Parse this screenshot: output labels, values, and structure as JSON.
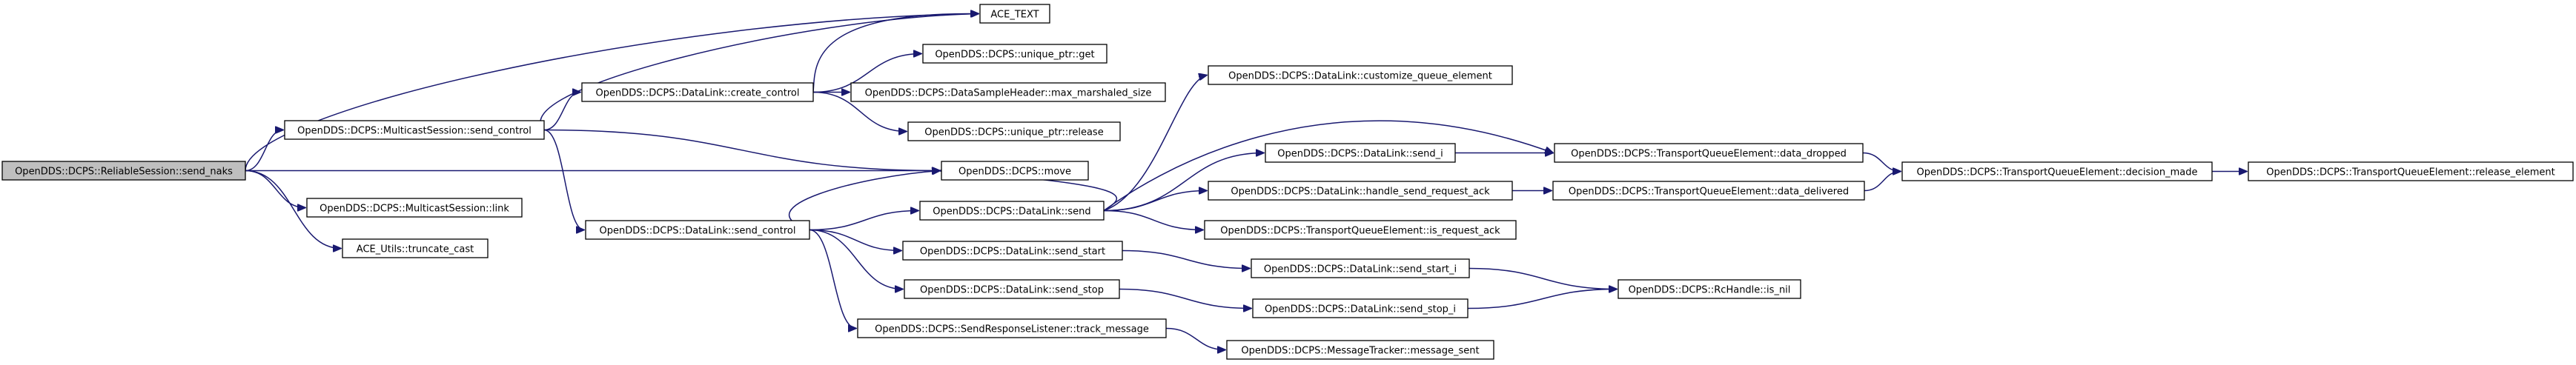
{
  "graph": {
    "type": "call-graph",
    "edge_color": "#191970",
    "root_fill": "#bfbfbf",
    "nodes": [
      {
        "id": "send_naks",
        "label": "OpenDDS::DCPS::ReliableSession::send_naks",
        "root": true
      },
      {
        "id": "ace_text",
        "label": "ACE_TEXT"
      },
      {
        "id": "mc_send_control",
        "label": "OpenDDS::DCPS::MulticastSession::send_control"
      },
      {
        "id": "mc_link",
        "label": "OpenDDS::DCPS::MulticastSession::link"
      },
      {
        "id": "truncate_cast",
        "label": "ACE_Utils::truncate_cast"
      },
      {
        "id": "move",
        "label": "OpenDDS::DCPS::move"
      },
      {
        "id": "create_control",
        "label": "OpenDDS::DCPS::DataLink::create_control"
      },
      {
        "id": "dl_send_control",
        "label": "OpenDDS::DCPS::DataLink::send_control"
      },
      {
        "id": "uptr_get",
        "label": "OpenDDS::DCPS::unique_ptr::get"
      },
      {
        "id": "max_marshaled_size",
        "label": "OpenDDS::DCPS::DataSampleHeader::max_marshaled_size"
      },
      {
        "id": "uptr_release",
        "label": "OpenDDS::DCPS::unique_ptr::release"
      },
      {
        "id": "dl_send",
        "label": "OpenDDS::DCPS::DataLink::send"
      },
      {
        "id": "send_start",
        "label": "OpenDDS::DCPS::DataLink::send_start"
      },
      {
        "id": "send_stop",
        "label": "OpenDDS::DCPS::DataLink::send_stop"
      },
      {
        "id": "track_message",
        "label": "OpenDDS::DCPS::SendResponseListener::track_message"
      },
      {
        "id": "customize_queue_element",
        "label": "OpenDDS::DCPS::DataLink::customize_queue_element"
      },
      {
        "id": "send_i",
        "label": "OpenDDS::DCPS::DataLink::send_i"
      },
      {
        "id": "handle_send_request_ack",
        "label": "OpenDDS::DCPS::DataLink::handle_send_request_ack"
      },
      {
        "id": "is_request_ack",
        "label": "OpenDDS::DCPS::TransportQueueElement::is_request_ack"
      },
      {
        "id": "send_start_i",
        "label": "OpenDDS::DCPS::DataLink::send_start_i"
      },
      {
        "id": "send_stop_i",
        "label": "OpenDDS::DCPS::DataLink::send_stop_i"
      },
      {
        "id": "message_sent",
        "label": "OpenDDS::DCPS::MessageTracker::message_sent"
      },
      {
        "id": "data_dropped",
        "label": "OpenDDS::DCPS::TransportQueueElement::data_dropped"
      },
      {
        "id": "data_delivered",
        "label": "OpenDDS::DCPS::TransportQueueElement::data_delivered"
      },
      {
        "id": "is_nil",
        "label": "OpenDDS::DCPS::RcHandle::is_nil"
      },
      {
        "id": "decision_made",
        "label": "OpenDDS::DCPS::TransportQueueElement::decision_made"
      },
      {
        "id": "release_element",
        "label": "OpenDDS::DCPS::TransportQueueElement::release_element"
      }
    ],
    "edges": [
      [
        "send_naks",
        "ace_text"
      ],
      [
        "send_naks",
        "mc_send_control"
      ],
      [
        "send_naks",
        "move"
      ],
      [
        "send_naks",
        "mc_link"
      ],
      [
        "send_naks",
        "truncate_cast"
      ],
      [
        "mc_send_control",
        "ace_text"
      ],
      [
        "mc_send_control",
        "create_control"
      ],
      [
        "mc_send_control",
        "move"
      ],
      [
        "mc_send_control",
        "dl_send_control"
      ],
      [
        "create_control",
        "ace_text"
      ],
      [
        "create_control",
        "uptr_get"
      ],
      [
        "create_control",
        "max_marshaled_size"
      ],
      [
        "create_control",
        "uptr_release"
      ],
      [
        "dl_send_control",
        "move"
      ],
      [
        "dl_send_control",
        "dl_send"
      ],
      [
        "dl_send_control",
        "send_start"
      ],
      [
        "dl_send_control",
        "send_stop"
      ],
      [
        "dl_send_control",
        "track_message"
      ],
      [
        "dl_send",
        "customize_queue_element"
      ],
      [
        "dl_send",
        "data_dropped"
      ],
      [
        "dl_send",
        "move"
      ],
      [
        "dl_send",
        "send_i"
      ],
      [
        "dl_send",
        "handle_send_request_ack"
      ],
      [
        "dl_send",
        "is_request_ack"
      ],
      [
        "send_i",
        "data_dropped"
      ],
      [
        "handle_send_request_ack",
        "data_delivered"
      ],
      [
        "send_start",
        "send_start_i"
      ],
      [
        "send_start_i",
        "is_nil"
      ],
      [
        "send_stop",
        "send_stop_i"
      ],
      [
        "send_stop_i",
        "is_nil"
      ],
      [
        "track_message",
        "message_sent"
      ],
      [
        "data_dropped",
        "decision_made"
      ],
      [
        "data_delivered",
        "decision_made"
      ],
      [
        "decision_made",
        "release_element"
      ]
    ]
  }
}
